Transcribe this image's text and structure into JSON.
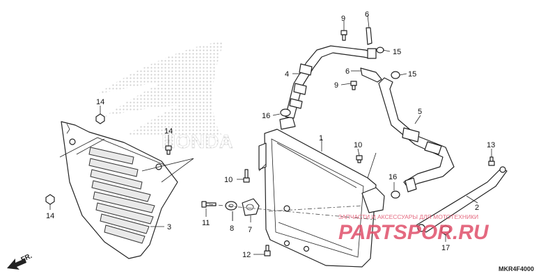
{
  "brand": {
    "name": "HONDA"
  },
  "watermark": {
    "tagline": "ЗАПЧАСТИ И АКСЕССУАРЫ ДЛЯ МОТОТЕХНИКИ",
    "site": "PARTSPOR.RU",
    "color": "#e0506a"
  },
  "direction": {
    "label": "FR."
  },
  "diagram_code": "MKR4F4000",
  "callouts": [
    {
      "id": "c1",
      "label": "1"
    },
    {
      "id": "c2",
      "label": "2"
    },
    {
      "id": "c3",
      "label": "3"
    },
    {
      "id": "c4",
      "label": "4"
    },
    {
      "id": "c5",
      "label": "5"
    },
    {
      "id": "c6a",
      "label": "6"
    },
    {
      "id": "c6b",
      "label": "6"
    },
    {
      "id": "c7",
      "label": "7"
    },
    {
      "id": "c8",
      "label": "8"
    },
    {
      "id": "c9a",
      "label": "9"
    },
    {
      "id": "c9b",
      "label": "9"
    },
    {
      "id": "c10a",
      "label": "10"
    },
    {
      "id": "c10b",
      "label": "10"
    },
    {
      "id": "c11",
      "label": "11"
    },
    {
      "id": "c12",
      "label": "12"
    },
    {
      "id": "c13",
      "label": "13"
    },
    {
      "id": "c14a",
      "label": "14"
    },
    {
      "id": "c14b",
      "label": "14"
    },
    {
      "id": "c14c",
      "label": "14"
    },
    {
      "id": "c15a",
      "label": "15"
    },
    {
      "id": "c15b",
      "label": "15"
    },
    {
      "id": "c16a",
      "label": "16"
    },
    {
      "id": "c16b",
      "label": "16"
    },
    {
      "id": "c17",
      "label": "17"
    }
  ]
}
